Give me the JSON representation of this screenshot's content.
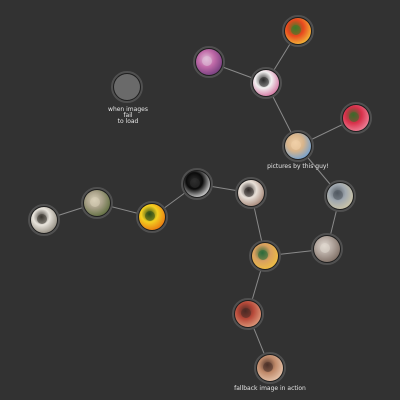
{
  "colors": {
    "background": "#323232",
    "edge": "#8a8a8a",
    "fallback_node": "#6a6a6a",
    "label": "#e6e6e6"
  },
  "nodes": [
    {
      "id": "red-flower",
      "icon": "red-yellow-flower-photo",
      "colors": [
        "#e8481e",
        "#f4c43c",
        "#3a7a2a"
      ]
    },
    {
      "id": "purple-flowers",
      "icon": "purple-flowers-photo",
      "colors": [
        "#c06aa8",
        "#6e3a7a",
        "#e0c0d8"
      ]
    },
    {
      "id": "white-lily",
      "icon": "white-lily-photo",
      "colors": [
        "#f2f0f0",
        "#d06a9a",
        "#2a2a2a"
      ]
    },
    {
      "id": "fallback",
      "icon": "fallback-image-placeholder",
      "colors": [
        "#6a6a6a",
        "#6a6a6a",
        "#6a6a6a"
      ]
    },
    {
      "id": "pink-berries",
      "icon": "pink-berries-photo",
      "colors": [
        "#d8304a",
        "#f08aa0",
        "#3a6a2a"
      ]
    },
    {
      "id": "woman-portrait",
      "icon": "woman-portrait-photo",
      "colors": [
        "#d8b48a",
        "#6aa0d8",
        "#f0d0a8"
      ]
    },
    {
      "id": "tabby-cat",
      "icon": "tabby-cat-photo",
      "colors": [
        "#a0a8b0",
        "#d0c8a8",
        "#505860"
      ]
    },
    {
      "id": "black-butterfly",
      "icon": "black-butterfly-photo",
      "colors": [
        "#0a0a0a",
        "#e8e8e8",
        "#303030"
      ]
    },
    {
      "id": "white-kitten",
      "icon": "white-kitten-photo",
      "colors": [
        "#e8e0d8",
        "#a08070",
        "#302a28"
      ]
    },
    {
      "id": "grey-cat",
      "icon": "grey-cat-photo",
      "colors": [
        "#b4a8a0",
        "#7a6a60",
        "#e0d8d0"
      ]
    },
    {
      "id": "tree",
      "icon": "tree-photo",
      "colors": [
        "#a8a088",
        "#5a6a3a",
        "#d8d0b8"
      ]
    },
    {
      "id": "yellow-flower",
      "icon": "yellow-flower-photo",
      "colors": [
        "#f4d020",
        "#e87010",
        "#2a4a1a"
      ]
    },
    {
      "id": "child-portrait",
      "icon": "child-portrait-photo",
      "colors": [
        "#d8a060",
        "#f0c040",
        "#2a6a3a"
      ]
    },
    {
      "id": "cat-statue",
      "icon": "cat-statue-photo",
      "colors": [
        "#e8e4dc",
        "#8a8478",
        "#3a3630"
      ]
    },
    {
      "id": "red-cat",
      "icon": "red-cat-photo",
      "colors": [
        "#b84a3a",
        "#e0a080",
        "#4a2a24"
      ]
    },
    {
      "id": "kitten-bottom",
      "icon": "kitten-photo",
      "colors": [
        "#c08a6a",
        "#e8c8b0",
        "#4a3028"
      ]
    }
  ],
  "edges": [
    [
      "red-flower",
      "white-lily"
    ],
    [
      "purple-flowers",
      "white-lily"
    ],
    [
      "white-lily",
      "woman-portrait"
    ],
    [
      "pink-berries",
      "woman-portrait"
    ],
    [
      "woman-portrait",
      "tabby-cat"
    ],
    [
      "tabby-cat",
      "grey-cat"
    ],
    [
      "grey-cat",
      "child-portrait"
    ],
    [
      "child-portrait",
      "white-kitten"
    ],
    [
      "white-kitten",
      "black-butterfly"
    ],
    [
      "black-butterfly",
      "yellow-flower"
    ],
    [
      "yellow-flower",
      "tree"
    ],
    [
      "tree",
      "cat-statue"
    ],
    [
      "child-portrait",
      "red-cat"
    ],
    [
      "red-cat",
      "kitten-bottom"
    ]
  ],
  "labels": [
    {
      "id": "fallback-label",
      "node": "fallback",
      "lines": [
        "when images",
        "fail",
        "to load"
      ]
    },
    {
      "id": "pictures-label",
      "node": "woman-portrait",
      "lines": [
        "pictures by this guy!"
      ]
    },
    {
      "id": "fallback-action-label",
      "node": "kitten-bottom",
      "lines": [
        "fallback image in action"
      ]
    }
  ]
}
